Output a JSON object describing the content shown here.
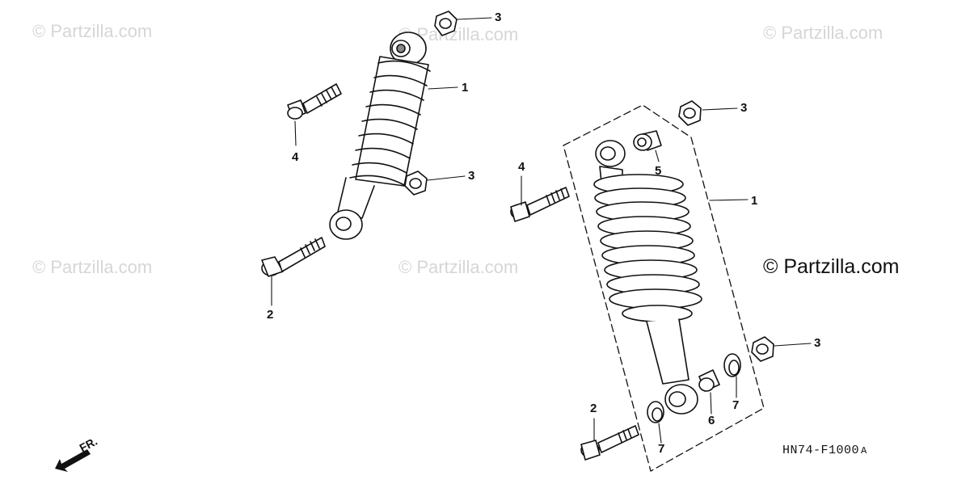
{
  "watermarks": {
    "text": "© Partzilla.com",
    "main_text": "© Partzilla.com"
  },
  "callouts": {
    "c1": "1",
    "c2": "2",
    "c3": "3",
    "c4": "4",
    "c5": "5",
    "c6": "6",
    "c7": "7"
  },
  "diagram_code": "HN74-F1000",
  "diagram_code_suffix": "A",
  "direction_label": "FR.",
  "colors": {
    "line": "#111111",
    "watermark": "#d6d6d6"
  }
}
